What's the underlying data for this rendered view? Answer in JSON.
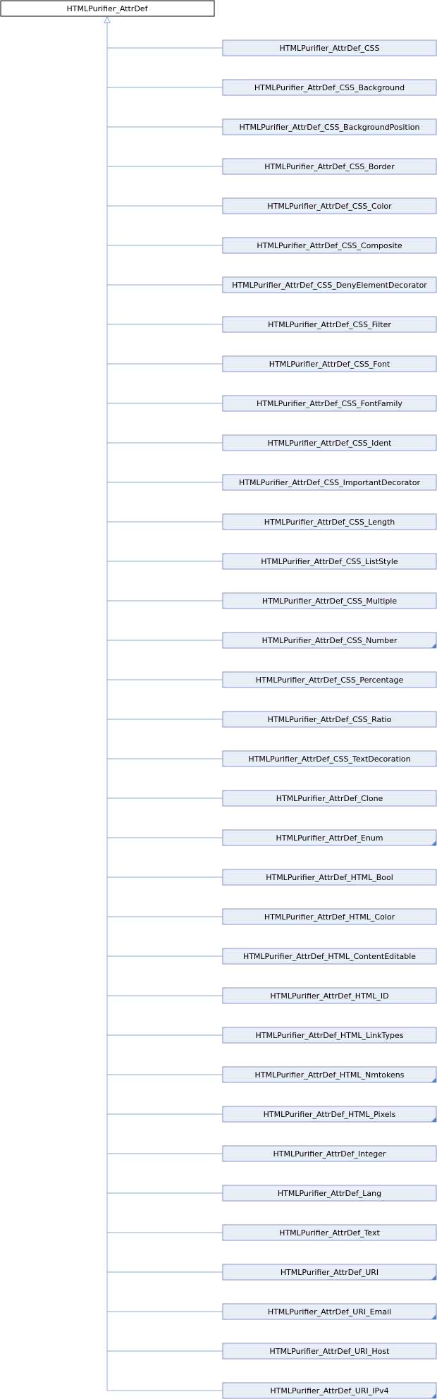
{
  "diagram": {
    "type": "inheritance",
    "base_class": "HTMLPurifier_AttrDef",
    "children": [
      {
        "label": "HTMLPurifier_AttrDef_CSS",
        "has_children": false
      },
      {
        "label": "HTMLPurifier_AttrDef_CSS_Background",
        "has_children": false
      },
      {
        "label": "HTMLPurifier_AttrDef_CSS_BackgroundPosition",
        "has_children": false
      },
      {
        "label": "HTMLPurifier_AttrDef_CSS_Border",
        "has_children": false
      },
      {
        "label": "HTMLPurifier_AttrDef_CSS_Color",
        "has_children": false
      },
      {
        "label": "HTMLPurifier_AttrDef_CSS_Composite",
        "has_children": false
      },
      {
        "label": "HTMLPurifier_AttrDef_CSS_DenyElementDecorator",
        "has_children": false
      },
      {
        "label": "HTMLPurifier_AttrDef_CSS_Filter",
        "has_children": false
      },
      {
        "label": "HTMLPurifier_AttrDef_CSS_Font",
        "has_children": false
      },
      {
        "label": "HTMLPurifier_AttrDef_CSS_FontFamily",
        "has_children": false
      },
      {
        "label": "HTMLPurifier_AttrDef_CSS_Ident",
        "has_children": false
      },
      {
        "label": "HTMLPurifier_AttrDef_CSS_ImportantDecorator",
        "has_children": false
      },
      {
        "label": "HTMLPurifier_AttrDef_CSS_Length",
        "has_children": false
      },
      {
        "label": "HTMLPurifier_AttrDef_CSS_ListStyle",
        "has_children": false
      },
      {
        "label": "HTMLPurifier_AttrDef_CSS_Multiple",
        "has_children": false
      },
      {
        "label": "HTMLPurifier_AttrDef_CSS_Number",
        "has_children": true
      },
      {
        "label": "HTMLPurifier_AttrDef_CSS_Percentage",
        "has_children": false
      },
      {
        "label": "HTMLPurifier_AttrDef_CSS_Ratio",
        "has_children": false
      },
      {
        "label": "HTMLPurifier_AttrDef_CSS_TextDecoration",
        "has_children": false
      },
      {
        "label": "HTMLPurifier_AttrDef_Clone",
        "has_children": false
      },
      {
        "label": "HTMLPurifier_AttrDef_Enum",
        "has_children": true
      },
      {
        "label": "HTMLPurifier_AttrDef_HTML_Bool",
        "has_children": false
      },
      {
        "label": "HTMLPurifier_AttrDef_HTML_Color",
        "has_children": false
      },
      {
        "label": "HTMLPurifier_AttrDef_HTML_ContentEditable",
        "has_children": false
      },
      {
        "label": "HTMLPurifier_AttrDef_HTML_ID",
        "has_children": false
      },
      {
        "label": "HTMLPurifier_AttrDef_HTML_LinkTypes",
        "has_children": false
      },
      {
        "label": "HTMLPurifier_AttrDef_HTML_Nmtokens",
        "has_children": true
      },
      {
        "label": "HTMLPurifier_AttrDef_HTML_Pixels",
        "has_children": true
      },
      {
        "label": "HTMLPurifier_AttrDef_Integer",
        "has_children": false
      },
      {
        "label": "HTMLPurifier_AttrDef_Lang",
        "has_children": false
      },
      {
        "label": "HTMLPurifier_AttrDef_Text",
        "has_children": false
      },
      {
        "label": "HTMLPurifier_AttrDef_URI",
        "has_children": true
      },
      {
        "label": "HTMLPurifier_AttrDef_URI_Email",
        "has_children": true
      },
      {
        "label": "HTMLPurifier_AttrDef_URI_Host",
        "has_children": false
      },
      {
        "label": "HTMLPurifier_AttrDef_URI_IPv4",
        "has_children": true
      }
    ]
  },
  "colors": {
    "base_fill": "#ffffff",
    "base_stroke": "#000000",
    "child_fill": "#e8edf8",
    "child_stroke": "#8596c6",
    "connector": "#8ea8d8",
    "corner_marker": "#5b7cc2"
  }
}
